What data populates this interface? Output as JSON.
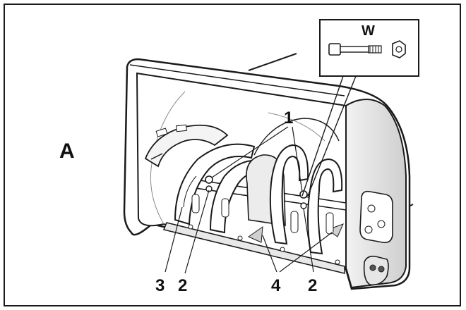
{
  "figure": {
    "panel_label": "A",
    "inset_label": "W",
    "callouts": {
      "c1": "1",
      "c2a": "2",
      "c2b": "2",
      "c3": "3",
      "c4": "4"
    },
    "colors": {
      "stroke": "#1a1a1a",
      "housing_fill": "#ffffff",
      "shade": "#dcdcdc",
      "dark_shade": "#b8b8b8"
    }
  }
}
